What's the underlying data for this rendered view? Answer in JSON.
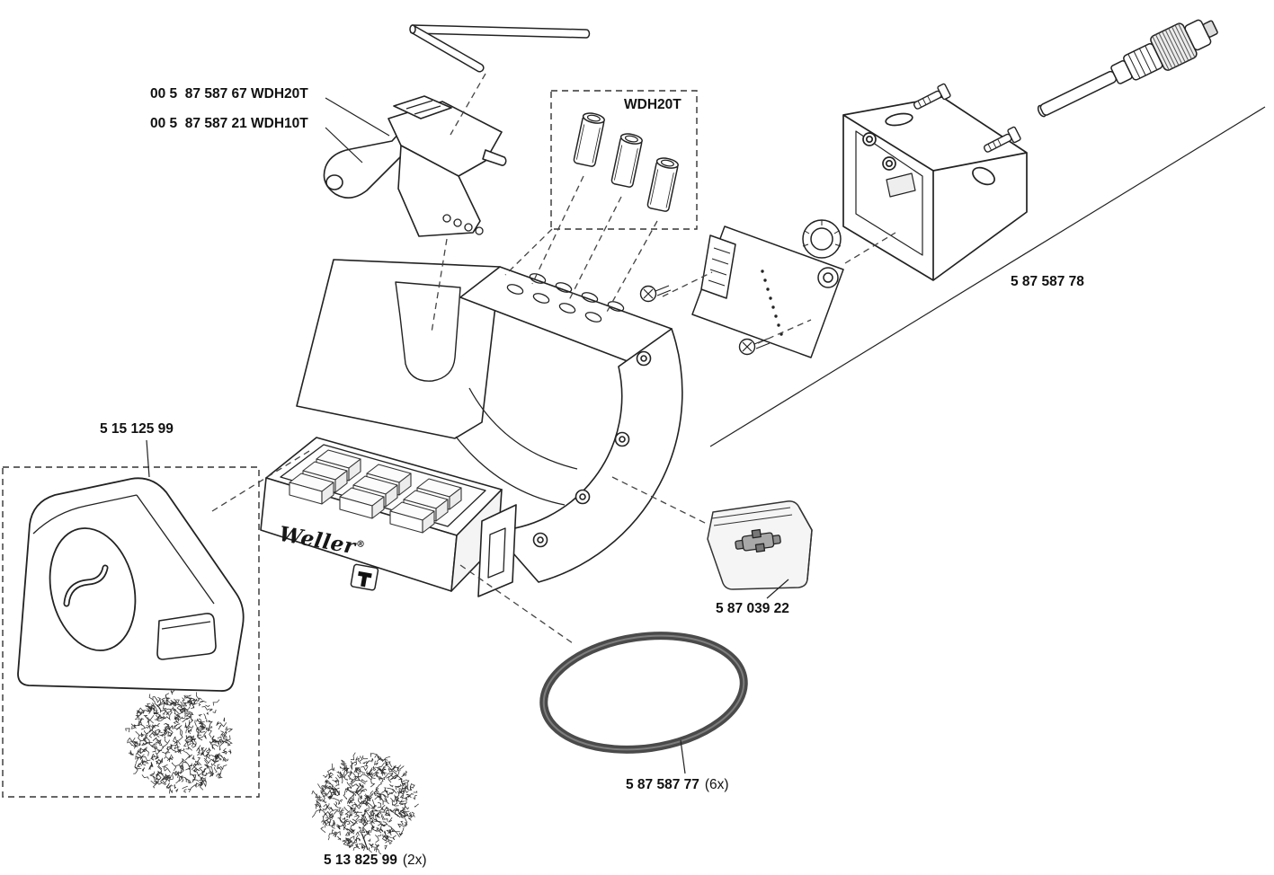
{
  "diagram": {
    "background": "#ffffff",
    "line_color": "#222222",
    "o_ring_color": "#4a4a4a",
    "brand": {
      "name": "Weller",
      "reg": "®"
    },
    "labels": {
      "holder_wdh20t": "00 5  87 587 67 WDH20T",
      "holder_wdh10t": "00 5  87 587 21 WDH10T",
      "insert_box": "WDH20T",
      "bracket_assembly": "5 87 587 78",
      "cover": "5 15 125 99",
      "fitting_bag": "5 87 039 22",
      "o_ring_number": "5 87 587 77",
      "o_ring_qty": "(6x)",
      "brass_wool_number": "5 13 825 99",
      "brass_wool_qty": "(2x)"
    }
  }
}
